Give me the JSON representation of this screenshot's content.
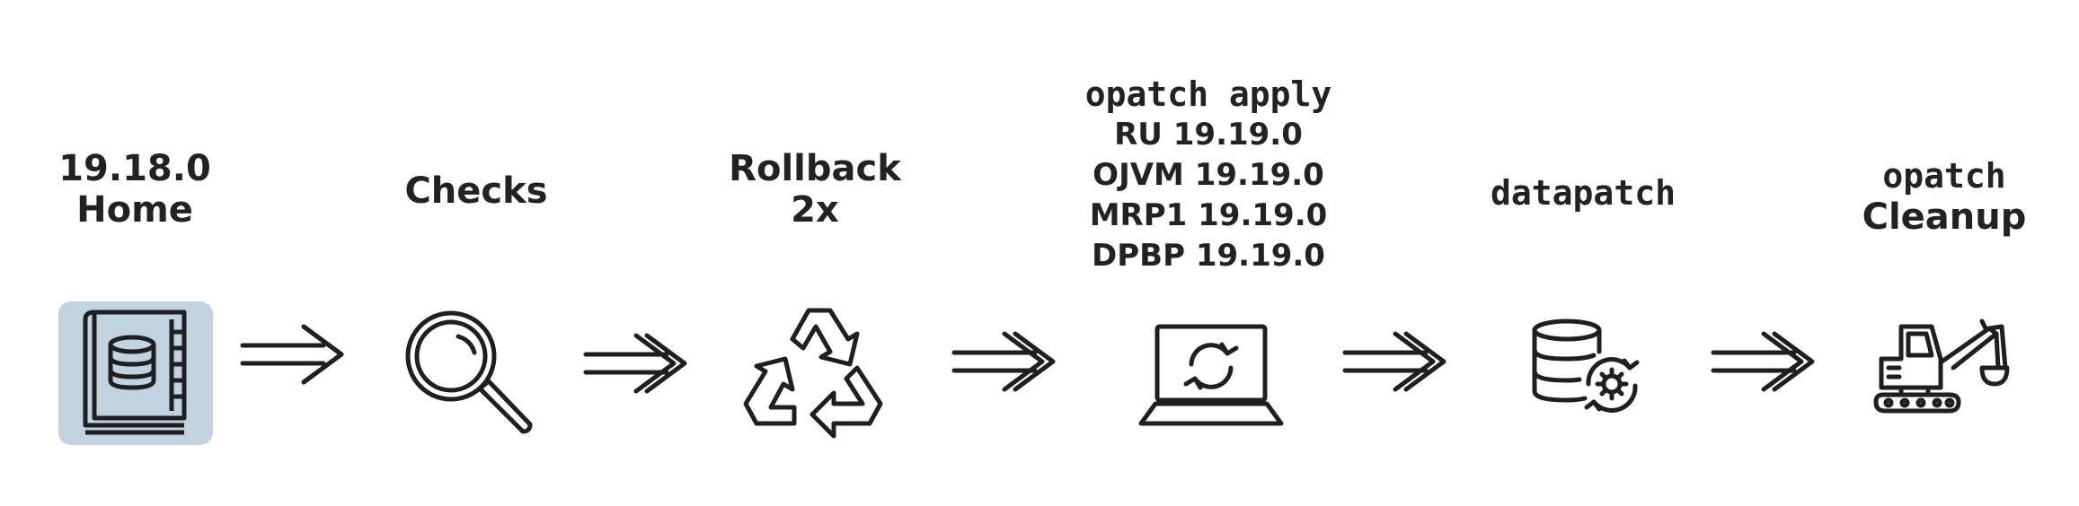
{
  "steps": [
    {
      "id": "home",
      "lines": [
        "19.18.0",
        "Home"
      ],
      "icon": "book-database-icon"
    },
    {
      "id": "checks",
      "lines": [
        "Checks"
      ],
      "icon": "magnifier-icon"
    },
    {
      "id": "rollback",
      "lines": [
        "Rollback",
        "2x"
      ],
      "icon": "recycle-icon"
    },
    {
      "id": "apply",
      "lines": [
        "opatch apply",
        "RU 19.19.0",
        "OJVM 19.19.0",
        "MRP1 19.19.0",
        "DPBP 19.19.0"
      ],
      "icon": "laptop-sync-icon"
    },
    {
      "id": "datapatch",
      "lines": [
        "datapatch"
      ],
      "icon": "database-gear-icon"
    },
    {
      "id": "cleanup",
      "lines": [
        "opatch",
        "Cleanup"
      ],
      "icon": "excavator-icon"
    }
  ],
  "colors": {
    "stroke": "#1f1f1f",
    "highlight_bg": "#c1d3e1"
  }
}
